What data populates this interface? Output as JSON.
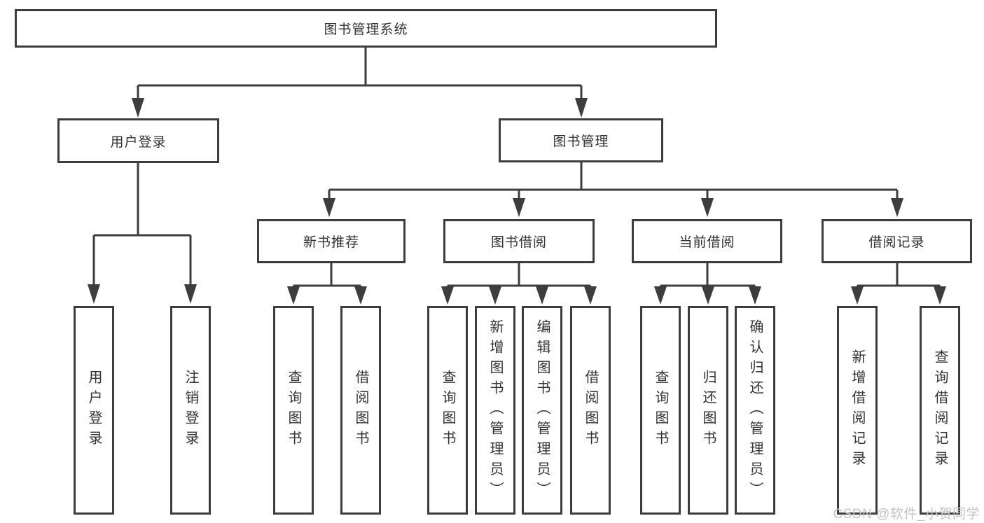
{
  "diagram": {
    "root": {
      "label": "图书管理系统"
    },
    "level2": [
      {
        "label": "用户登录"
      },
      {
        "label": "图书管理"
      }
    ],
    "level3": [
      {
        "label": "新书推荐"
      },
      {
        "label": "图书借阅"
      },
      {
        "label": "当前借阅"
      },
      {
        "label": "借阅记录"
      }
    ],
    "leaves": {
      "user_login": [
        {
          "label": "用户登录"
        },
        {
          "label": "注销登录"
        }
      ],
      "new_books": [
        {
          "label": "查询图书"
        },
        {
          "label": "借阅图书"
        }
      ],
      "book_borrow": [
        {
          "label": "查询图书"
        },
        {
          "label": "新增图书（管理员）"
        },
        {
          "label": "编辑图书（管理员）"
        },
        {
          "label": "借阅图书"
        }
      ],
      "current_borrow": [
        {
          "label": "查询图书"
        },
        {
          "label": "归还图书"
        },
        {
          "label": "确认归还（管理员）"
        }
      ],
      "borrow_records": [
        {
          "label": "新增借阅记录"
        },
        {
          "label": "查询借阅记录"
        }
      ]
    }
  },
  "watermark": {
    "text": "CSDN @软件_小贺同学"
  },
  "colors": {
    "line": "#3d3d3d",
    "text": "#333333",
    "watermark": "#c3c3c3",
    "background": "#ffffff"
  }
}
